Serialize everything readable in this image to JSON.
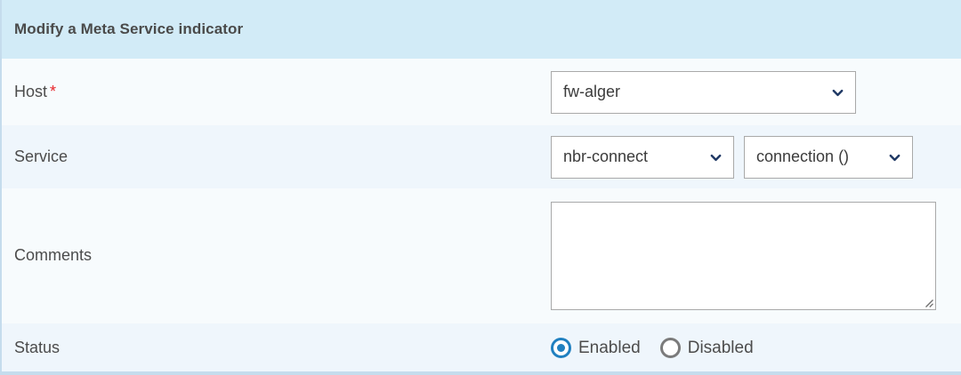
{
  "header": {
    "title": "Modify a Meta Service indicator"
  },
  "colors": {
    "header_bg": "#d2ebf7",
    "row_light": "#f7fbfd",
    "row_dark": "#eff6fc",
    "required_star": "#e8242a",
    "radio_selected": "#2080c0",
    "radio_unselected": "#7b7b7b",
    "chevron": "#1f3864",
    "panel_border": "#c5dced",
    "field_border": "#a9a9a9"
  },
  "rows": {
    "host": {
      "label": "Host",
      "required_marker": "*",
      "select": {
        "value": "fw-alger",
        "icon": "chevron-down-icon"
      }
    },
    "service": {
      "label": "Service",
      "select_service": {
        "value": "nbr-connect",
        "icon": "chevron-down-icon"
      },
      "select_metric": {
        "value": "connection ()",
        "icon": "chevron-down-icon"
      }
    },
    "comments": {
      "label": "Comments",
      "textarea": {
        "value": "",
        "placeholder": ""
      }
    },
    "status": {
      "label": "Status",
      "options": [
        {
          "label": "Enabled",
          "selected": true
        },
        {
          "label": "Disabled",
          "selected": false
        }
      ]
    }
  }
}
